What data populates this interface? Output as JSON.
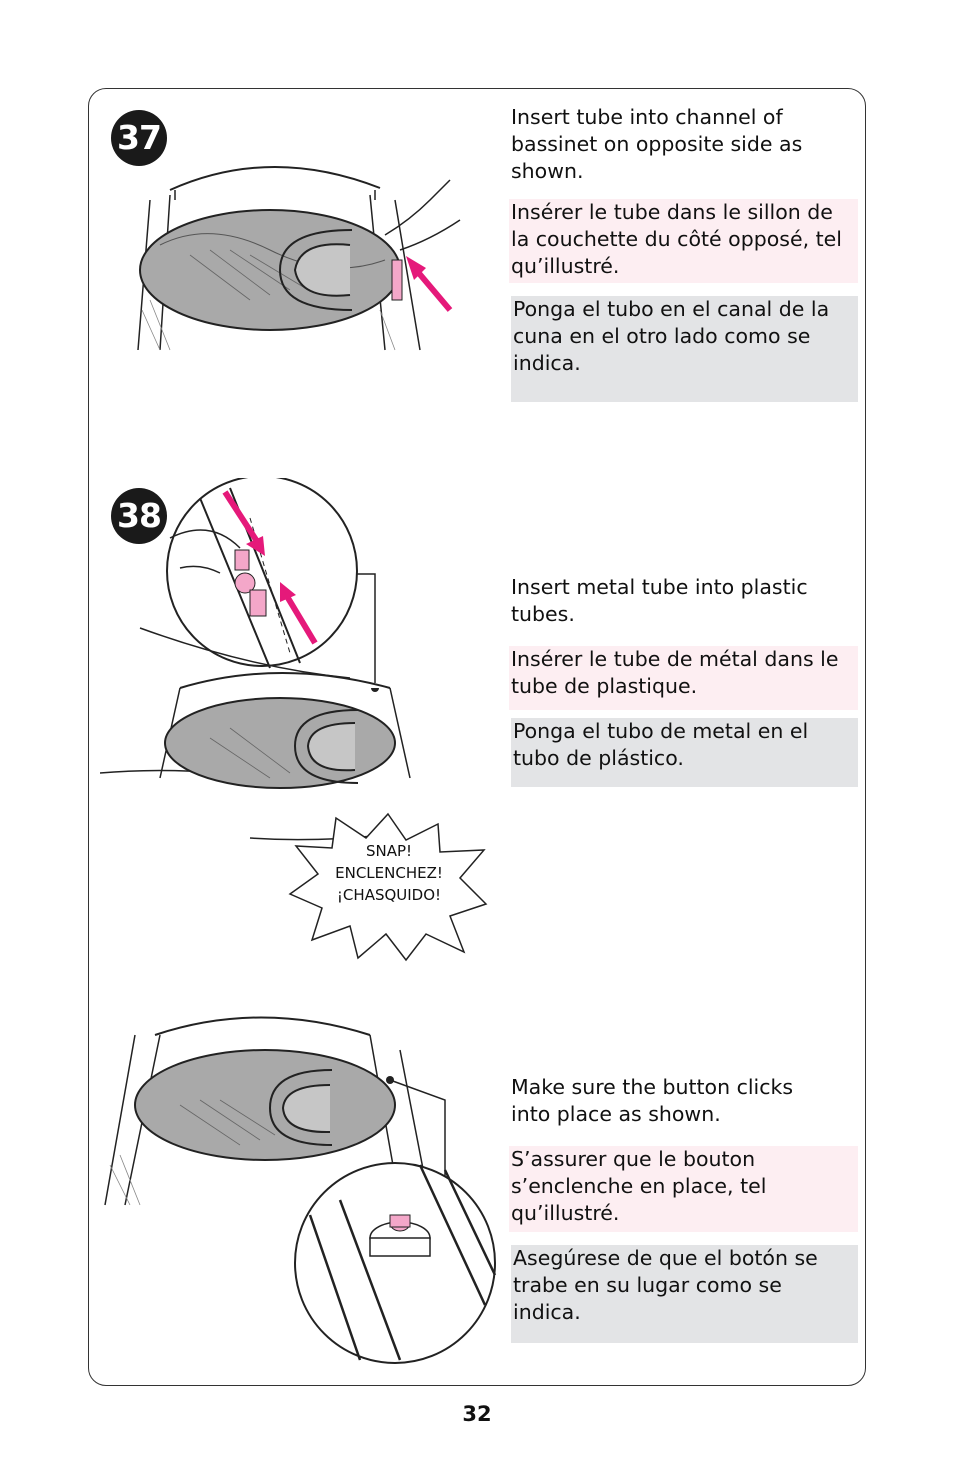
{
  "steps": [
    {
      "number": "37",
      "en": "Insert tube into channel of bassinet on opposite side as shown.",
      "fr": "Insérer le tube dans le sillon de la couchette du côté opposé, tel qu’illustré.",
      "es": "Ponga el tubo en el canal de la cuna en el otro lado como se indica."
    },
    {
      "number": "38",
      "en": "Insert metal tube into plastic tubes.",
      "fr": "Insérer le tube de métal dans le tube de plastique.",
      "es": "Ponga el tubo de metal en el tubo de plástico.",
      "callout": [
        "SNAP!",
        "ENCLENCHEZ!",
        "¡CHASQUIDO!"
      ]
    },
    {
      "number": "",
      "en": "Make sure the button clicks into place as shown.",
      "fr": "S’assurer que le bouton s’enclenche en place, tel qu’illustré.",
      "es": "Asegúrese de que el  botón se trabe en su lugar como se indica."
    }
  ],
  "colors": {
    "accent": "#e5197a",
    "french_bg": "#fdeef2",
    "spanish_bg": "#e3e4e6",
    "fabric": "#a9a9a9"
  },
  "page_number": "32"
}
